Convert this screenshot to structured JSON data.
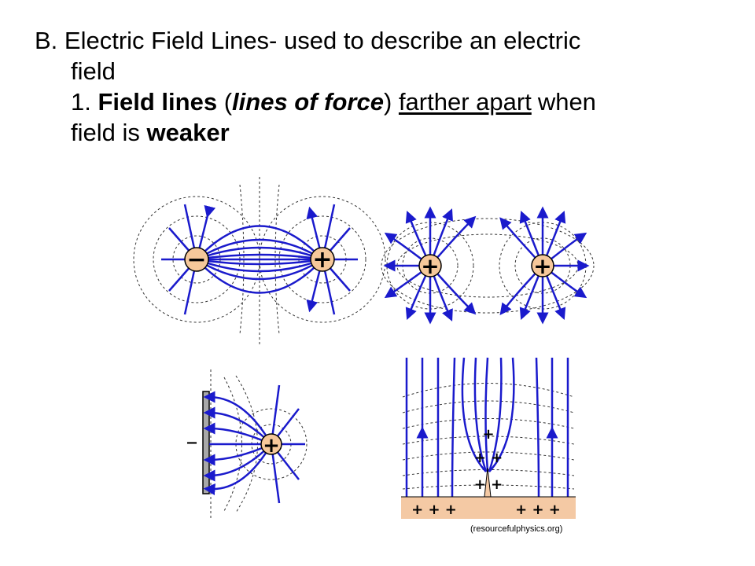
{
  "heading": {
    "line1_prefix": "B. Electric Field Lines- used to describe an electric",
    "line1_cont": "field",
    "point_num": "1.",
    "point_bold1": "Field lines",
    "point_paren_open": "(",
    "point_italic": "lines of force",
    "point_paren_close": ")",
    "point_underlined": "farther apart",
    "point_when": "when",
    "point_cont": "field is",
    "point_bold2": "weaker"
  },
  "diagrams": {
    "dipole_neg_symbol": "−",
    "dipole_pos_symbol": "+",
    "like_pos_left": "+",
    "like_pos_right": "+",
    "plate_neg_label": "–",
    "plate_pos_symbol": "+",
    "conductor_charges": [
      "+",
      "+ +",
      "+ +",
      "+ + +",
      "+ + +"
    ],
    "credit": "(resourcefulphysics.org)"
  },
  "colors": {
    "field_line": "#1a1acc",
    "charge_fill": "#f6c89a",
    "ground": "#f4c9a4",
    "plate": "#a8a8a8"
  }
}
